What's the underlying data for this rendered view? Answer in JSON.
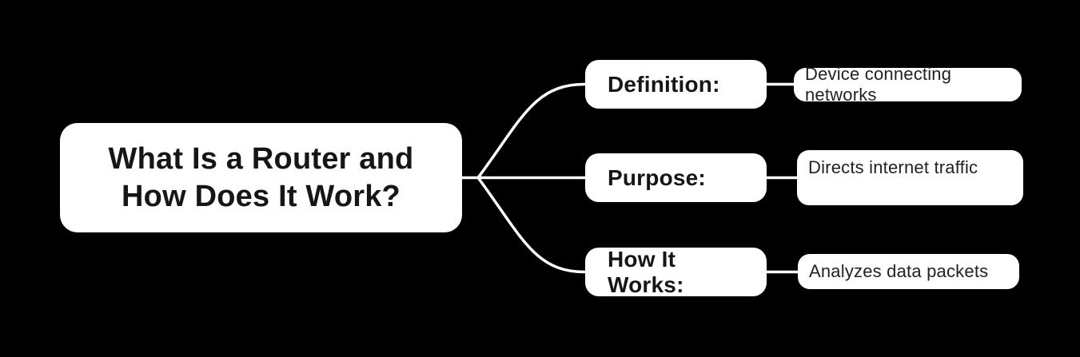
{
  "diagram": {
    "type": "mindmap",
    "colors": {
      "background": "#000000",
      "node_fill": "#ffffff",
      "node_text": "#161616",
      "connector": "#ffffff"
    },
    "root": {
      "label": "What Is a Router and How Does It Work?"
    },
    "branches": [
      {
        "label": "Definition:",
        "child": "Device connecting networks"
      },
      {
        "label": "Purpose:",
        "child": "Directs internet traffic"
      },
      {
        "label": "How It Works:",
        "child": "Analyzes data packets"
      }
    ]
  }
}
